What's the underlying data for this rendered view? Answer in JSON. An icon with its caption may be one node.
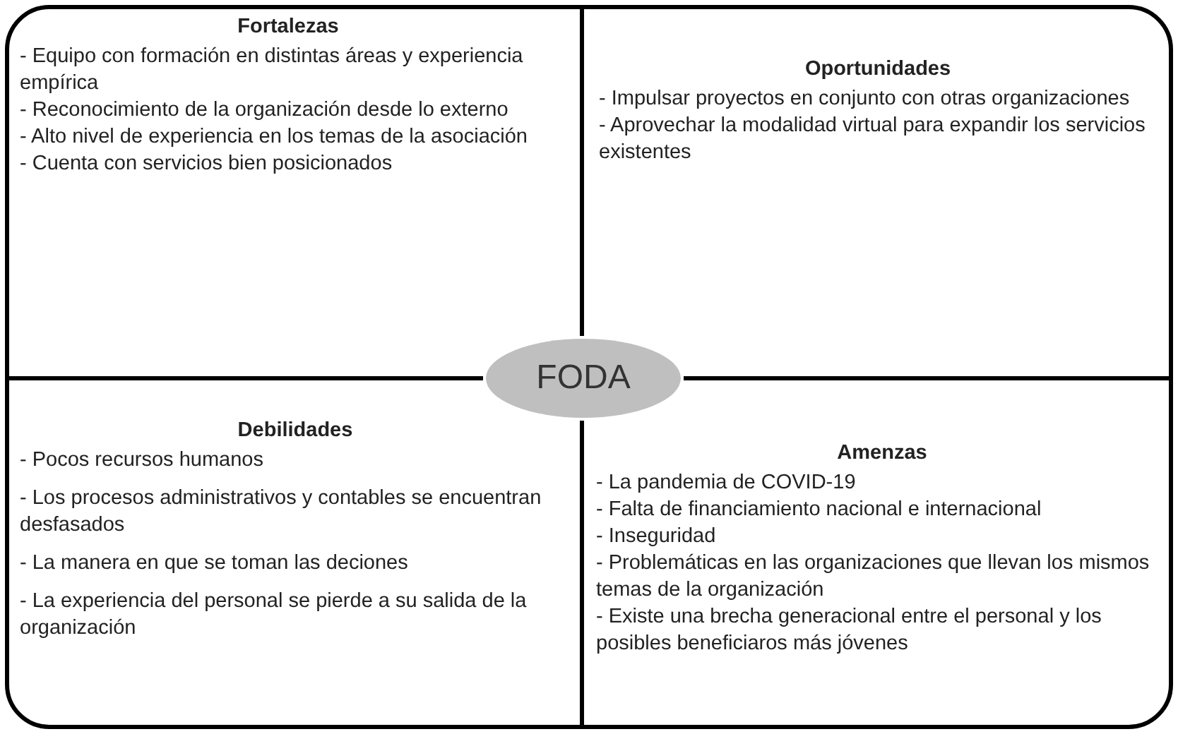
{
  "diagram": {
    "nodes": [
      {
        "text": [
          "Fortalezas",
          "- Equipo con formación en distintas áreas y experiencia empírica",
          "- Reconocimiento de la organización desde lo externo",
          "- Alto nivel de experiencia en los temas de la asociación",
          "- Cuenta con servicios bien posicionados"
        ]
      },
      {
        "text": [
          "Oportunidades",
          "- Impulsar proyectos en conjunto con otras organizaciones",
          "- Aprovechar la modalidad virtual para expandir los servicios existentes"
        ]
      },
      {
        "text": [
          "FODA"
        ]
      },
      {
        "text": [
          "Debilidades",
          "- Pocos recursos humanos",
          "- Los procesos administrativos y contables se encuentran desfasados",
          "- La manera en que se toman las deciones",
          "- La experiencia del personal se pierde a su salida de la organización"
        ]
      },
      {
        "text": [
          "Amenzas",
          "- La pandemia de COVID-19",
          "- Falta de financiamiento nacional e internacional",
          "- Inseguridad",
          "- Problemáticas en las organizaciones que llevan los mismos temas de la organización",
          "- Existe una brecha generacional entre el personal y los posibles beneficiaros más jóvenes"
        ]
      }
    ],
    "edges": []
  }
}
